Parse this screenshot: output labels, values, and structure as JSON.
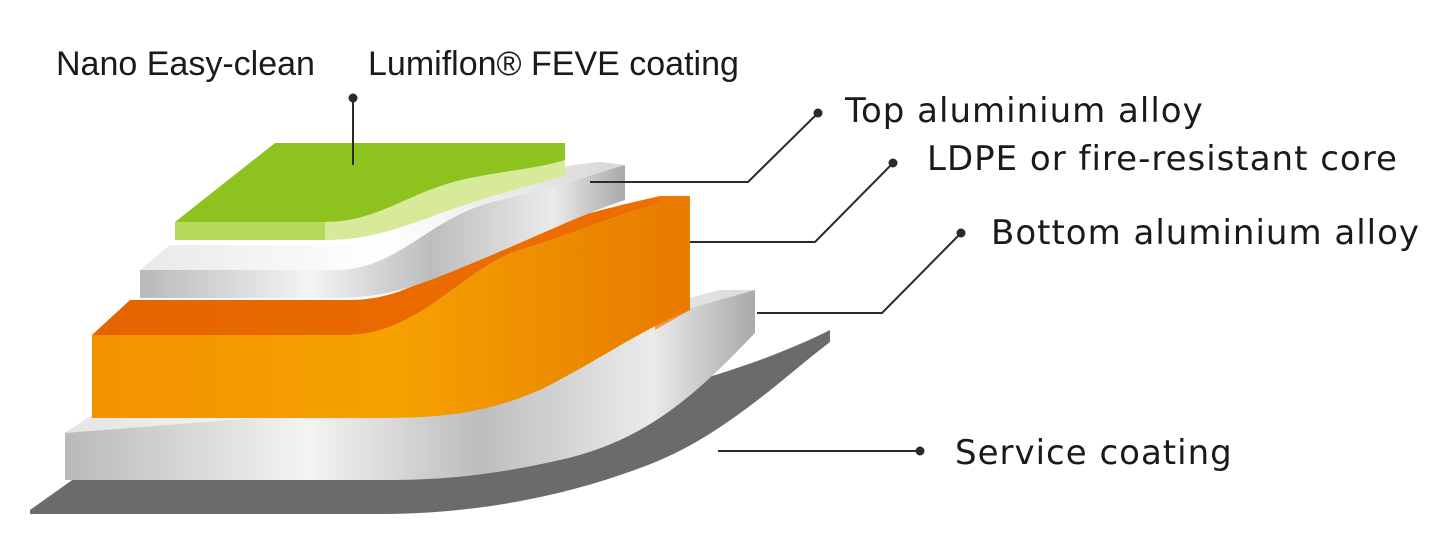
{
  "labels": {
    "nano": "Nano Easy-clean",
    "lumiflon": "Lumiflon® FEVE coating",
    "top_alloy": "Top aluminium alloy",
    "core": "LDPE or fire-resistant core",
    "bottom_alloy": "Bottom aluminium alloy",
    "service": "Service coating"
  },
  "colors": {
    "nano_green": "#8dc21f",
    "feve_light_green": "#d6ea9a",
    "aluminium": "#cfcfcf",
    "core_orange": "#f08a00",
    "core_top_orange": "#ea6a00",
    "service_gray": "#6b6b6b"
  }
}
